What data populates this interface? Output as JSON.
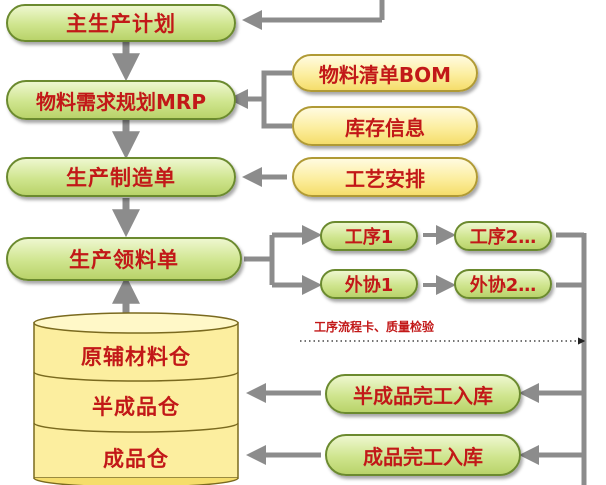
{
  "nodes": {
    "master_plan": "主生产计划",
    "mrp": "物料需求规划MRP",
    "bom": "物料清单BOM",
    "inventory_info": "库存信息",
    "production_order": "生产制造单",
    "process_arrangement": "工艺安排",
    "material_requisition": "生产领料单",
    "process1": "工序1",
    "process2": "工序2…",
    "outsource1": "外协1",
    "outsource2": "外协2…",
    "semi_product_in": "半成品完工入库",
    "product_in": "成品完工入库"
  },
  "warehouse": {
    "raw": "原辅材料仓",
    "semi": "半成品仓",
    "finished": "成品仓"
  },
  "note": "工序流程卡、质量检验",
  "colors": {
    "text": "#c21818",
    "arrow": "#8c8c8c",
    "green_fill": "#cfe58e",
    "yellow_fill": "#fcee9f"
  }
}
